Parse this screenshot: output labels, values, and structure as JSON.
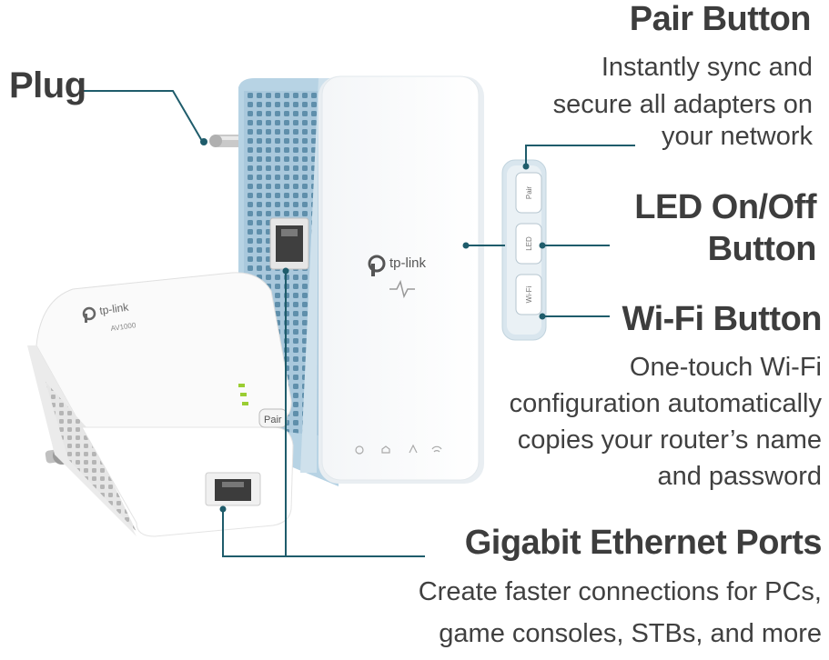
{
  "callouts": {
    "plug": {
      "title": "Plug"
    },
    "pair": {
      "title": "Pair Button",
      "lines": [
        "Instantly sync and",
        "secure all adapters on",
        "your network"
      ]
    },
    "led": {
      "lines": [
        "LED On/Off",
        "Button"
      ]
    },
    "wifi": {
      "title": "Wi-Fi Button",
      "lines": [
        "One-touch Wi-Fi",
        "configuration automatically",
        "copies your router’s name",
        "and password"
      ]
    },
    "gigabit": {
      "title": "Gigabit Ethernet Ports",
      "lines": [
        "Create faster connections for PCs,",
        "game consoles, STBs, and more"
      ]
    }
  },
  "device_labels": {
    "brand_large": "tp-link",
    "brand_small": "tp-link",
    "model_small": "AV1000",
    "pair_key": "Pair",
    "side_buttons": [
      "Pair",
      "LED",
      "Wi-Fi"
    ]
  },
  "colors": {
    "leader_line": "#1f5c6b",
    "device_white": "#ffffff",
    "device_edge": "#dfe7ee",
    "device_blue": "#a8c8dc",
    "led_green": "#9acd32"
  }
}
